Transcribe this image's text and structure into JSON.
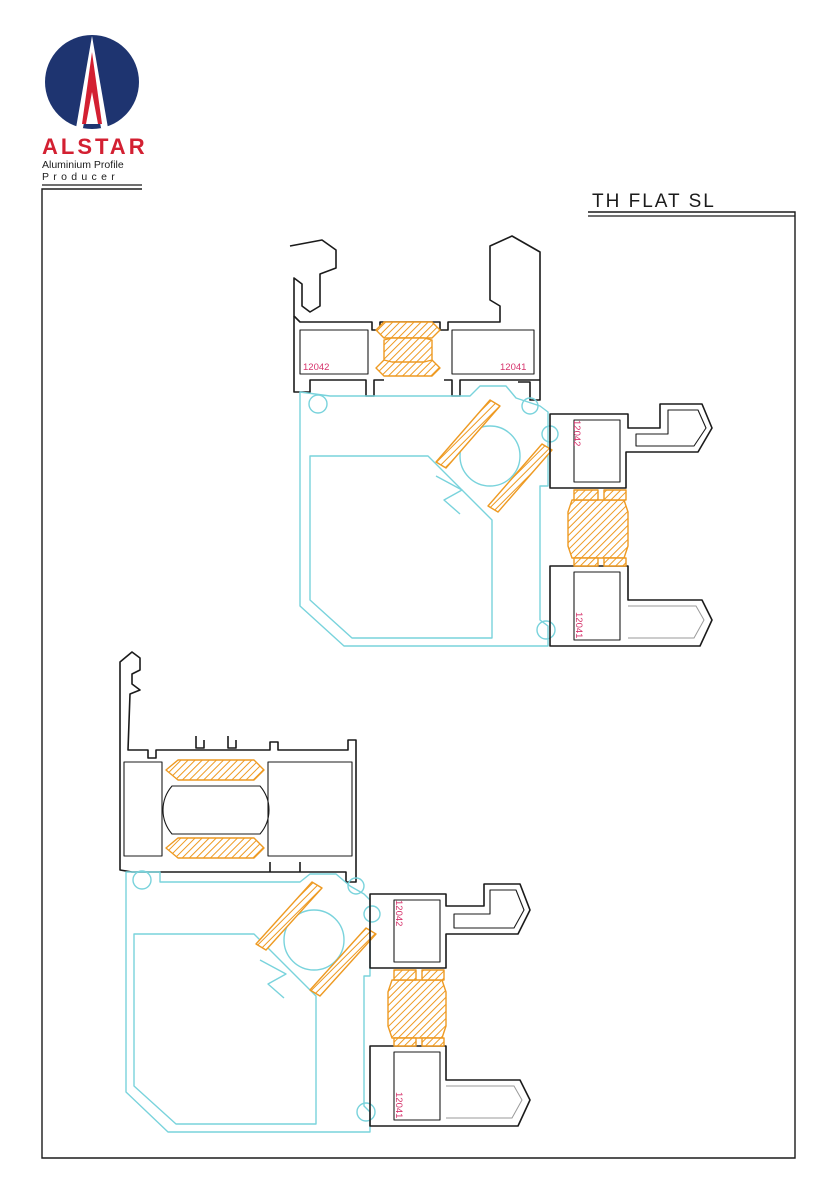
{
  "logo": {
    "brand": "ALSTAR",
    "line1": "Aluminium Profile",
    "line2": "Producer"
  },
  "title": "TH FLAT SL",
  "codes": {
    "a": "12042",
    "b": "12041"
  },
  "colors": {
    "logo_blue": "#1e3470",
    "logo_red": "#d32032",
    "profile_black": "#1b1b1b",
    "sash_cyan": "#79d3dc",
    "thermal_break_orange": "#ee9a22",
    "code_label": "#d6336c"
  }
}
